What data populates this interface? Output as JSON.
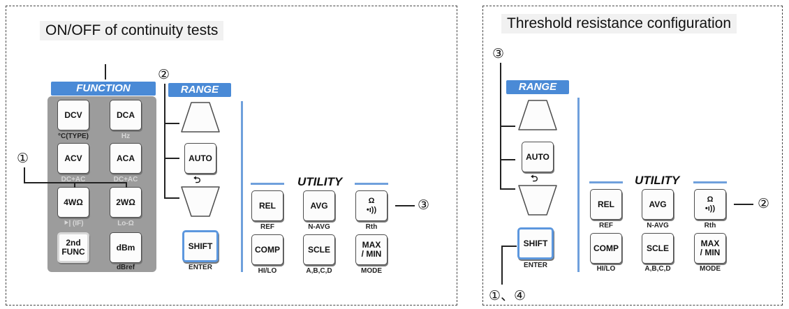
{
  "left_panel": {
    "title": "ON/OFF of continuity tests",
    "function_label": "FUNCTION",
    "range_label": "RANGE",
    "utility_label": "UTILITY",
    "function_keys": [
      {
        "label": "DCV",
        "sub": "°C(TYPE)"
      },
      {
        "label": "DCA",
        "sub": "Hz"
      },
      {
        "label": "ACV",
        "sub": "DC+AC"
      },
      {
        "label": "ACA",
        "sub": "DC+AC"
      },
      {
        "label": "4WΩ",
        "sub": "⯈| (IF)"
      },
      {
        "label": "2WΩ",
        "sub": "Lo-Ω"
      },
      {
        "label": "2nd\nFUNC",
        "sub": ""
      },
      {
        "label": "dBm",
        "sub": "dBref"
      }
    ],
    "range_keys": {
      "auto": "AUTO",
      "shift": "SHIFT",
      "shift_sub": "ENTER"
    },
    "utility_keys": [
      {
        "label": "REL",
        "sub": "REF"
      },
      {
        "label": "AVG",
        "sub": "N-AVG"
      },
      {
        "label": "Ω\n•ı))",
        "sub": "Rth"
      },
      {
        "label": "COMP",
        "sub": "HI/LO"
      },
      {
        "label": "SCLE",
        "sub": "A,B,C,D"
      },
      {
        "label": "MAX\n/ MIN",
        "sub": "MODE"
      }
    ],
    "callouts": {
      "one": "①",
      "two": "②",
      "three": "③"
    }
  },
  "right_panel": {
    "title": "Threshold resistance configuration",
    "range_label": "RANGE",
    "utility_label": "UTILITY",
    "range_keys": {
      "auto": "AUTO",
      "shift": "SHIFT",
      "shift_sub": "ENTER"
    },
    "utility_keys": [
      {
        "label": "REL",
        "sub": "REF"
      },
      {
        "label": "AVG",
        "sub": "N-AVG"
      },
      {
        "label": "Ω\n•ı))",
        "sub": "Rth"
      },
      {
        "label": "COMP",
        "sub": "HI/LO"
      },
      {
        "label": "SCLE",
        "sub": "A,B,C,D"
      },
      {
        "label": "MAX\n/ MIN",
        "sub": "MODE"
      }
    ],
    "callouts": {
      "three": "③",
      "two": "②",
      "one_four": "①、④"
    }
  },
  "colors": {
    "accent_blue": "#4a8ad6",
    "highlight_blue": "#5c97de",
    "function_bg": "#9c9c9c"
  }
}
